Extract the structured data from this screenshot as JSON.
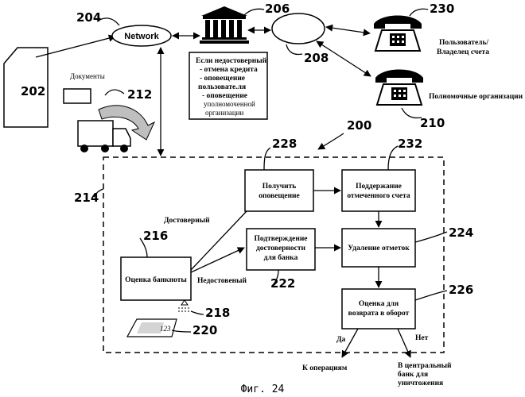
{
  "caption": "Фиг. 24",
  "network": {
    "label": "Network"
  },
  "refs": {
    "r200": "200",
    "r202": "202",
    "r204": "204",
    "r206": "206",
    "r208": "208",
    "r210": "210",
    "r212": "212",
    "r214": "214",
    "r216": "216",
    "r218": "218",
    "r220": "220",
    "r222": "222",
    "r224": "224",
    "r226": "226",
    "r228": "228",
    "r230": "230",
    "r232": "232"
  },
  "labels": {
    "documents": "Документы",
    "owner_line1": "Пользователь/",
    "owner_line2": "Владелец счета",
    "authorities": "Полномочные организации",
    "genuine": "Достоверный",
    "not_genuine": "Недостовеный",
    "yes": "Да",
    "no": "Нет",
    "to_operations": "К операциям",
    "central_line1": "В центральный",
    "central_line2": "банк для",
    "central_line3": "уничтожения",
    "banknote_code": "123"
  },
  "note": {
    "line1": "Если недостоверный",
    "line2": "- отмена кредита",
    "line3": "- оповещение",
    "line4": "пользовате.ля",
    "line5": "- оповещение",
    "line6": "уполномоченной",
    "line7": "организации"
  },
  "boxes": {
    "b228_line1": "Получить",
    "b228_line2": "оповещение",
    "b232_line1": "Поддержание",
    "b232_line2": "отмеченного счета",
    "b216_line1": "Оценка банкноты",
    "b222_line1": "Подтверждение",
    "b222_line2": "достоверности",
    "b222_line3": "для банка",
    "b224_line1": "Удаление отметок",
    "b226_line1": "Оценка для",
    "b226_line2": "возврата в оборот"
  }
}
